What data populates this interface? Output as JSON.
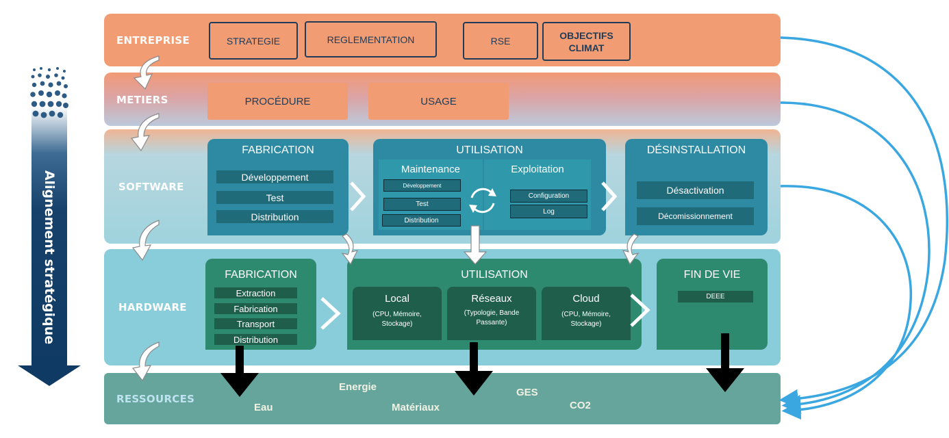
{
  "side": {
    "label": "Alignement stratégique"
  },
  "layers": {
    "entreprise": {
      "label": "ENTREPRISE",
      "items": [
        "STRATEGIE",
        "REGLEMENTATION",
        "RSE",
        "OBJECTIFS CLIMAT"
      ]
    },
    "metiers": {
      "label": "METIERS",
      "items": [
        "PROCÉDURE",
        "USAGE"
      ]
    },
    "software": {
      "label": "SOFTWARE",
      "fabrication": {
        "title": "FABRICATION",
        "items": [
          "Développement",
          "Test",
          "Distribution"
        ]
      },
      "utilisation": {
        "title": "UTILISATION",
        "maintenance": {
          "title": "Maintenance",
          "items": [
            "Développement",
            "Test",
            "Distribution"
          ]
        },
        "exploitation": {
          "title": "Exploitation",
          "items": [
            "Configuration",
            "Log"
          ]
        }
      },
      "desinstallation": {
        "title": "DÉSINSTALLATION",
        "items": [
          "Désactivation",
          "Décomissionnement"
        ]
      }
    },
    "hardware": {
      "label": "HARDWARE",
      "fabrication": {
        "title": "FABRICATION",
        "items": [
          "Extraction",
          "Fabrication",
          "Transport",
          "Distribution"
        ]
      },
      "utilisation": {
        "title": "UTILISATION",
        "cards": [
          {
            "title": "Local",
            "sub": "(CPU, Mémoire, Stockage)"
          },
          {
            "title": "Réseaux",
            "sub": "(Typologie, Bande Passante)"
          },
          {
            "title": "Cloud",
            "sub": "(CPU, Mémoire, Stockage)"
          }
        ]
      },
      "fin_de_vie": {
        "title": "FIN DE VIE",
        "items": [
          "DEEE"
        ]
      }
    },
    "ressources": {
      "label": "RESSOURCES",
      "items": [
        "Eau",
        "Energie",
        "Matériaux",
        "GES",
        "CO2"
      ]
    }
  },
  "colors": {
    "entreprise": "#f19c73",
    "software_panel": "#2e8aa3",
    "hardware_panel": "#2e8a6e",
    "ressources": "#65a59c",
    "arrow_blue": "#3aa7e0",
    "navy": "#1f3b57"
  }
}
